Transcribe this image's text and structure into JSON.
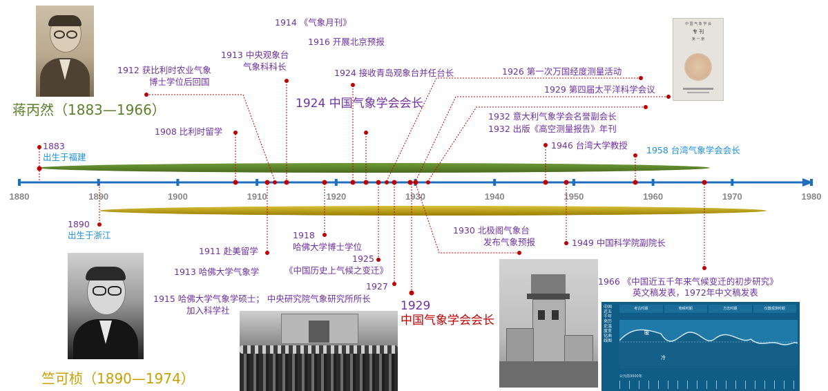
{
  "axis": {
    "years": [
      "1880",
      "1890",
      "1900",
      "1910",
      "1920",
      "1930",
      "1940",
      "1950",
      "1960",
      "1970",
      "1980"
    ],
    "start": 1880,
    "end": 1980,
    "color": "#1f6fbf"
  },
  "bars": {
    "jiang_color": "#5b7f2b",
    "zhu_color": "#b5a000"
  },
  "people": {
    "jiang": {
      "name": "蒋丙然（1883—1966）",
      "color": "#5b7f2b"
    },
    "zhu": {
      "name": "竺可桢（1890—1974）",
      "color": "#c8a000"
    }
  },
  "events_top": {
    "e1883a": "1883",
    "e1883b": "出生于福建",
    "e1908": "1908 比利时留学",
    "e1912a": "1912 获比利时农业气象",
    "e1912b": "博士学位后回国",
    "e1913a": "1913 中央观象台",
    "e1913b": "气象科科长",
    "e1914": "1914 《气象月刊》",
    "e1916": "1916 开展北京预报",
    "e1924a": "1924 接收青岛观象台并任台长",
    "e1924b": "1924 中国气象学会会长",
    "e1926": "1926  第一次万国经度测量活动",
    "e1929": "1929 第四届太平洋科学会议",
    "e1932a": "1932 意大利气象学会名誉副会长",
    "e1932b": "1932 出版《高空测量报告》年刊",
    "e1946": "1946 台湾大学教授",
    "e1958": "1958 台湾气象学会会长"
  },
  "events_bottom": {
    "e1890a": "1890",
    "e1890b": "出生于浙江",
    "e1911": "1911 赴美留学",
    "e1913": "1913 哈佛大学气象学",
    "e1915a": "1915 哈佛大学气象学硕士；  中央研究院气象研究所所长",
    "e1915b": "加入科学社",
    "e1918a": "1918",
    "e1918b": "哈佛大学博士学位",
    "e1925a": "1925",
    "e1925b": "《中国历史上气候之变迁》",
    "e1927": "1927",
    "e1929a": "1929",
    "e1929b": "中国气象学会会长",
    "e1930a": "1930 北极阁气象台",
    "e1930b": "发布气象预报",
    "e1949": "1949 中国科学院副院长",
    "e1966a": "1966 《中国近五千年来气候变迁的初步研究》",
    "e1966b": "英文稿发表，1972年中文稿发表"
  },
  "photos": {
    "report_cover": {
      "title1": "中 国 气 象 学 会",
      "title2": "专 刊",
      "subtitle": "第 一 册"
    },
    "climate_chart": {
      "vertical_title": "中国近五千年来历史温度变化曲线图",
      "periods": [
        "考古时期",
        "物候时期",
        "方志时期",
        "仪器观测时期"
      ],
      "warm": "暖",
      "cold": "冷",
      "footer": "公元前3000年"
    }
  }
}
